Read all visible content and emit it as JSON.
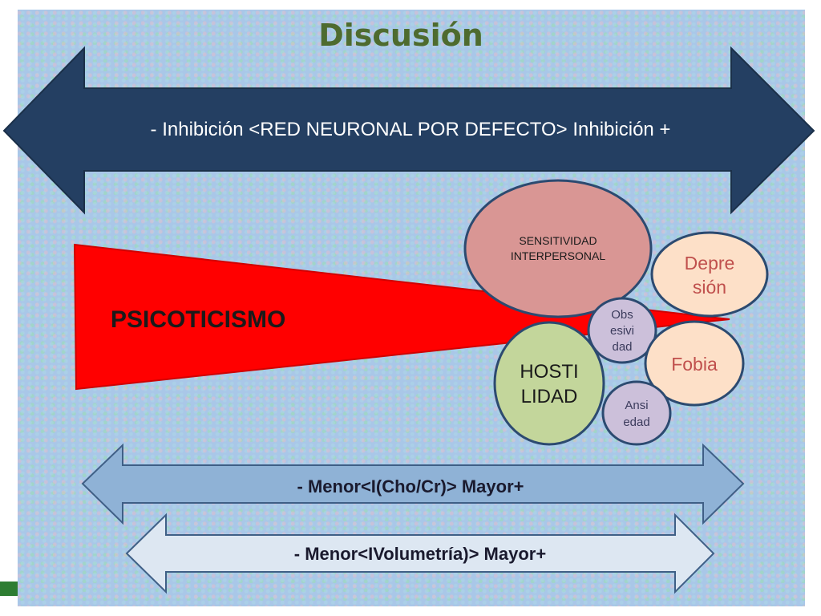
{
  "slide": {
    "title": "Discusión",
    "top_arrow_text": "- Inhibición <RED NEURONAL POR DEFECTO> Inhibición   +",
    "wedge_label": "PSICOTICISMO",
    "middle_arrow_text": "- Menor<I(Cho/Cr)> Mayor+",
    "bottom_arrow_text": "- Menor<IVolumetría)> Mayor+",
    "bubbles": {
      "sensitividad_line1": "SENSITIVIDAD",
      "sensitividad_line2": "INTERPERSONAL",
      "depresion_line1": "Depre",
      "depresion_line2": "sión",
      "obsesividad_line1": "Obs",
      "obsesividad_line2": "esivi",
      "obsesividad_line3": "dad",
      "hostilidad_line1": "HOSTI",
      "hostilidad_line2": "LIDAD",
      "fobia": "Fobia",
      "ansiedad_line1": "Ansi",
      "ansiedad_line2": "edad"
    },
    "colors": {
      "big_arrow": "#243f62",
      "wedge": "#ff0000",
      "middle_arrow": "#8fb2d6",
      "bottom_arrow": "#dde7f2",
      "sensitividad": "#d99694",
      "depresion": "#fde0c8",
      "hostilidad": "#c3d69b",
      "small_bubbles": "#ccc0da"
    }
  }
}
